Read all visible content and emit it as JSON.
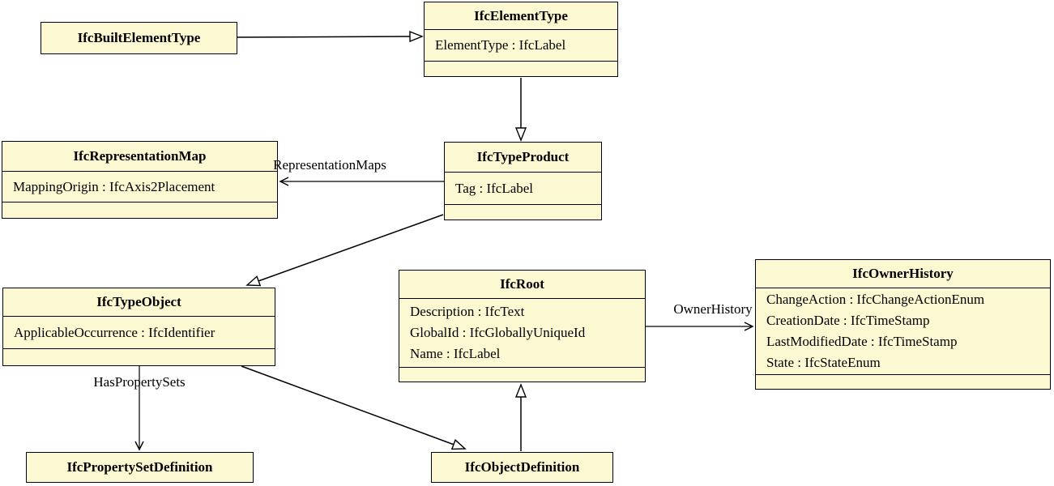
{
  "diagram": {
    "colors": {
      "box_fill": "#fbf8d2",
      "box_border": "#000000",
      "background": "#ffffff"
    },
    "classes": [
      {
        "name": "IfcBuiltElementType",
        "attributes": []
      },
      {
        "name": "IfcElementType",
        "attributes": [
          "ElementType : IfcLabel"
        ]
      },
      {
        "name": "IfcRepresentationMap",
        "attributes": [
          "MappingOrigin : IfcAxis2Placement"
        ]
      },
      {
        "name": "IfcTypeProduct",
        "attributes": [
          "Tag : IfcLabel"
        ]
      },
      {
        "name": "IfcTypeObject",
        "attributes": [
          "ApplicableOccurrence : IfcIdentifier"
        ]
      },
      {
        "name": "IfcRoot",
        "attributes": [
          "Description : IfcText",
          "GlobalId : IfcGloballyUniqueId",
          "Name : IfcLabel"
        ]
      },
      {
        "name": "IfcOwnerHistory",
        "attributes": [
          "ChangeAction : IfcChangeActionEnum",
          "CreationDate : IfcTimeStamp",
          "LastModifiedDate : IfcTimeStamp",
          "State : IfcStateEnum"
        ]
      },
      {
        "name": "IfcPropertySetDefinition",
        "attributes": []
      },
      {
        "name": "IfcObjectDefinition",
        "attributes": []
      }
    ],
    "edge_labels": {
      "representation_maps": "RepresentationMaps",
      "owner_history": "OwnerHistory",
      "has_property_sets": "HasPropertySets"
    }
  }
}
